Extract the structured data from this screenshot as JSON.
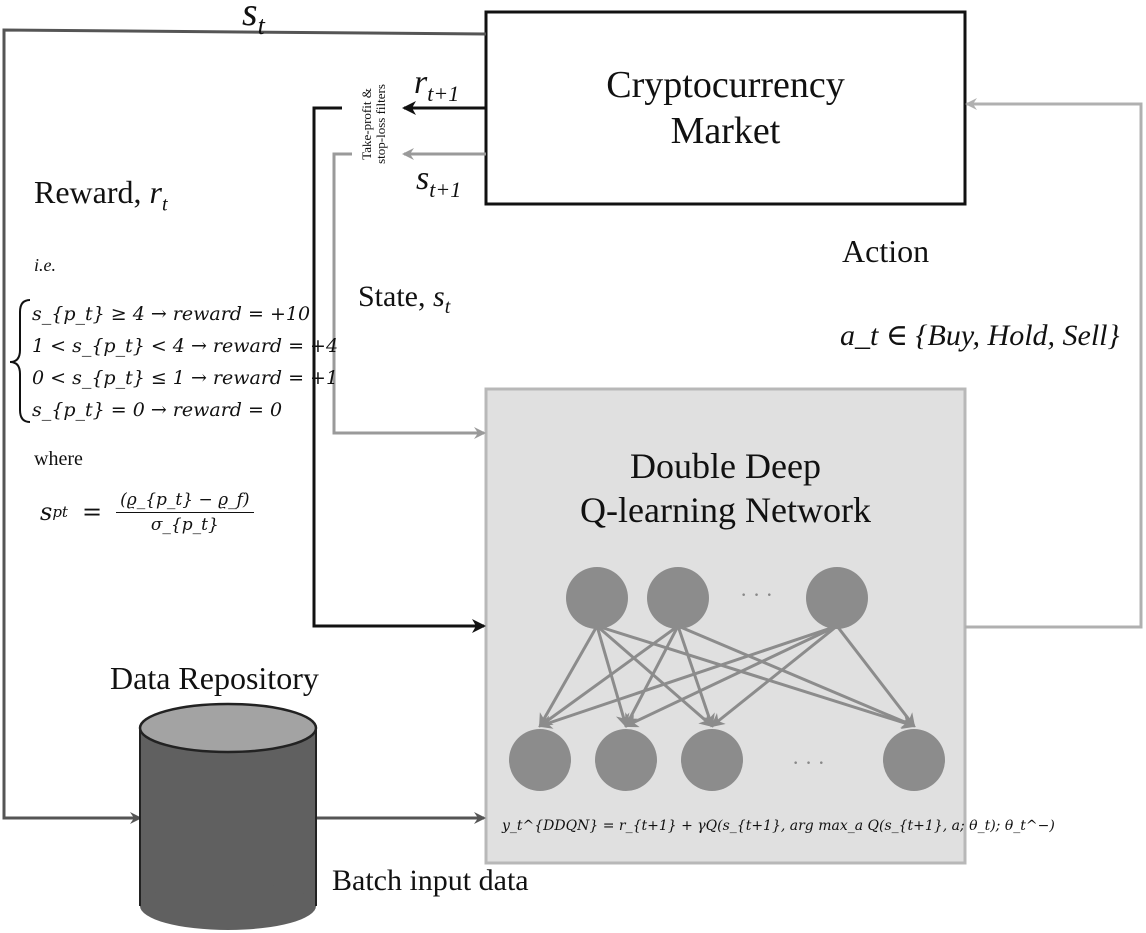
{
  "market": {
    "line1": "Cryptocurrency",
    "line2": "Market"
  },
  "signals": {
    "s_top": "s",
    "s_top_sub": "t",
    "r_next": "r",
    "r_next_sub": "t+1",
    "s_next": "s",
    "s_next_sub": "t+1",
    "filters_line1": "Take-profit &",
    "filters_line2": "stop-loss filters"
  },
  "reward": {
    "title": "Reward, ",
    "title_var": "r",
    "title_sub": "t",
    "ie": "i.e.",
    "cases": [
      "s_{p_t} ≥ 4 → reward = +10",
      "1 < s_{p_t} < 4 → reward = +4",
      "0 < s_{p_t} ≤ 1 → reward = +1",
      "s_{p_t} = 0 → reward = 0"
    ],
    "where": "where",
    "formula_lhs": "s",
    "formula_lhs_sub": "pt",
    "formula_num": "(ϱ_{p_t} − ϱ_f)",
    "formula_den": "σ_{p_t}"
  },
  "state": {
    "label": "State, ",
    "var": "s",
    "sub": "t"
  },
  "action": {
    "title": "Action",
    "set": "a_t ∈ {Buy, Hold, Sell}"
  },
  "ddqn": {
    "line1": "Double Deep",
    "line2": "Q-learning Network",
    "dots_top": "· · ·",
    "dots_bottom": "· · ·",
    "equation": "y_t^{DDQN} = r_{t+1} + γQ(s_{t+1}, arg max_a Q(s_{t+1}, a; θ_t); θ_t^−)"
  },
  "repo": {
    "title": "Data Repository",
    "batch": "Batch input data"
  },
  "colors": {
    "dark_line": "#555555",
    "black_line": "#111111",
    "gray_line": "#9a9a9a",
    "light_line": "#b0b0b0",
    "panel_fill": "#e0e0e0",
    "node": "#8c8c8c",
    "cylinder_body": "#606060",
    "cylinder_top": "#a3a3a3"
  }
}
